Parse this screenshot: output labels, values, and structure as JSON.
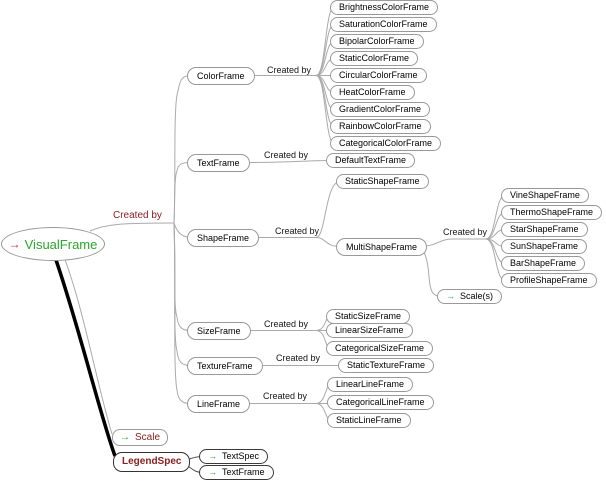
{
  "diagram": {
    "arrow": "→",
    "created_by": "Created by",
    "root": "VisualFrame",
    "branches": {
      "color": {
        "label": "ColorFrame",
        "children": [
          "BrightnessColorFrame",
          "SaturationColorFrame",
          "BipolarColorFrame",
          "StaticColorFrame",
          "CircularColorFrame",
          "HeatColorFrame",
          "GradientColorFrame",
          "RainbowColorFrame",
          "CategoricalColorFrame"
        ]
      },
      "text": {
        "label": "TextFrame",
        "children": [
          "DefaultTextFrame"
        ]
      },
      "shape": {
        "label": "ShapeFrame",
        "children": [
          "StaticShapeFrame",
          "MultiShapeFrame"
        ],
        "multi": {
          "children": [
            "VineShapeFrame",
            "ThermoShapeFrame",
            "StarShapeFrame",
            "SunShapeFrame",
            "BarShapeFrame",
            "ProfileShapeFrame"
          ],
          "scale": "Scale(s)"
        }
      },
      "size": {
        "label": "SizeFrame",
        "children": [
          "StaticSizeFrame",
          "LinearSizeFrame",
          "CategoricalSizeFrame"
        ]
      },
      "texture": {
        "label": "TextureFrame",
        "children": [
          "StaticTextureFrame"
        ]
      },
      "line": {
        "label": "LineFrame",
        "children": [
          "LinearLineFrame",
          "CategoricalLineFrame",
          "StaticLineFrame"
        ]
      }
    },
    "scale": "Scale",
    "legend": {
      "label": "LegendSpec",
      "children": [
        "TextSpec",
        "TextFrame"
      ]
    }
  },
  "colors": {
    "node_border": "#999999",
    "edge": "#aaaaaa",
    "thick_edge": "#000000",
    "maroon_text": "#8b2020",
    "green_text": "#2aa82a",
    "red_arrow": "#cc2222"
  }
}
